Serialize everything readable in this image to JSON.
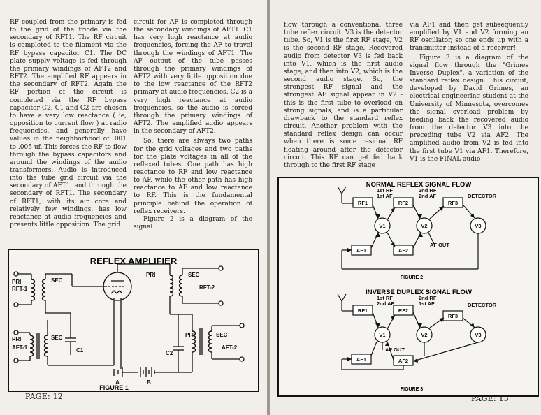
{
  "left_page": {
    "column_1": "RF coupled from the primary is fed to the grid of the triode via the secondary of RFT1. The RF circuit is completed to the filament via the RF bypass capacitor C1. The DC plate supply voltage is fed through the primary windings of AFT2 and RFT2. The amplified RF appears in the secondary of RFT2. Again the RF portion of the circuit is completed via the RF bypass capacitor C2. C1 and C2 are chosen to have a very low reactance ( ie, opposition to current flow ) at radio frequencies, and generally have values in the neighborhood of .001 to .005 uf. This forces the RF to flow through the bypass capacitors and around the windings of the audio transformers. Audio is introduced into the tube grid circuit via the secondary of AFT1, and through the secondary of RFT1. The secondary of RFT1, with its air core and relatively few windings, has low reactance at audio frequencies and presents little opposition. The grid",
    "column_2_p1": "circuit for AF is completed through the secondary windings of AFT1. C1 has very high reactance at audio frequencies, forcing the AF to travel through the windings of AFT1. The AF output of the tube passes through the primary windings of AFT2 with very little opposition due to the low reactance of the RFT2 primary at audio frequencies. C2 is a very high reactance at audio frequencies, so the audio is forced through the primary windings of AFT2. The amplified audio appears in the secondary of AFT2.",
    "column_2_p2": "So, there are always two paths for the grid voltages and two paths for the plate voltages in all of the reflexed tubes. One path has high reactance to RF and low reactance to AF, while the other path has high reactance to AF and low reactance to RF. This is the fundamental principle behind the operation of reflex receivers.",
    "column_2_p3": "Figure 2 is a diagram of the signal",
    "figure1": {
      "title": "REFLEX AMPLIFIER",
      "caption": "FIGURE 1",
      "labels": {
        "pri_top_left": "PRI",
        "rft1": "RFT-1",
        "sec_top_left": "SEC",
        "pri_top_right": "PRI",
        "sec_top_right": "SEC",
        "rft2": "RFT-2",
        "pri_bot_left": "PRI",
        "aft1": "AFT-1",
        "sec_bot_left": "SEC",
        "c1": "C1",
        "c2": "C2",
        "pri_bot_right": "PRI",
        "sec_bot_right": "SEC",
        "aft2": "AFT-2",
        "bat_a": "A",
        "bat_b": "B"
      }
    },
    "page_number": "PAGE: 12"
  },
  "right_page": {
    "column_1": "flow through a conventional three tube reflex circuit. V3 is the detector tube. So, V1 is the first RF stage, V2 is the second RF stage. Recovered audio from detector V3 is fed back into V1, which is the first audio stage, and then into V2, which is the second audio stage. So, the strongest RF signal and the strongest AF signal appear in V2 - this is the first tube to overload on strong signals, and is a particular drawback to the standard reflex circuit. Another problem with the standard reflex design can occur when there is some residual RF floating around after the detector circuit. This RF can get fed back through to the first RF stage",
    "column_2_p1": "via AF1 and then get subsequently amplified by V1 and V2 forming an RF oscillator, so one ends up with a transmitter instead of a receiver!",
    "column_2_p2": "Figure 3 is a diagram of the signal flow through the \"Grimes Inverse Duplex\", a variation of the standard reflex design. This circuit, developed by David Grimes, an electrical engineering student at the University of Minnesota, overcomes the signal overload problem by feeding back the recovered audio from the detector V3 into the preceding tube V2 via AF2. The amplified audio from V2 is fed into the first tube V1 via AF1. Therefore, V1 is the FINAL audio",
    "figure2": {
      "title": "NORMAL REFLEX SIGNAL FLOW",
      "caption": "FIGURE 2",
      "labels": {
        "rf1": "RF1",
        "rf2": "RF2",
        "rf3": "RF3",
        "v1": "V1",
        "v2": "V2",
        "v3": "V3",
        "af1": "AF1",
        "af2": "AF2",
        "first_rf": "1st RF",
        "first_af": "1st AF",
        "second_rf": "2nd RF",
        "second_af": "2nd AF",
        "detector": "DETECTOR",
        "af_out": "AF OUT"
      }
    },
    "figure3": {
      "title": "INVERSE DUPLEX SIGNAL FLOW",
      "caption": "FIGURE 3",
      "labels": {
        "rf1": "RF1",
        "rf2": "RF2",
        "rf3": "RF3",
        "v1": "V1",
        "v2": "V2",
        "v3": "V3",
        "af1": "AF1",
        "af2": "AF2",
        "first_rf": "1st RF",
        "second_af": "2nd AF",
        "second_rf": "2nd RF",
        "first_af": "1st AF",
        "detector": "DETECTOR",
        "af_out": "AF OUT"
      }
    },
    "page_number": "PAGE: 13"
  }
}
